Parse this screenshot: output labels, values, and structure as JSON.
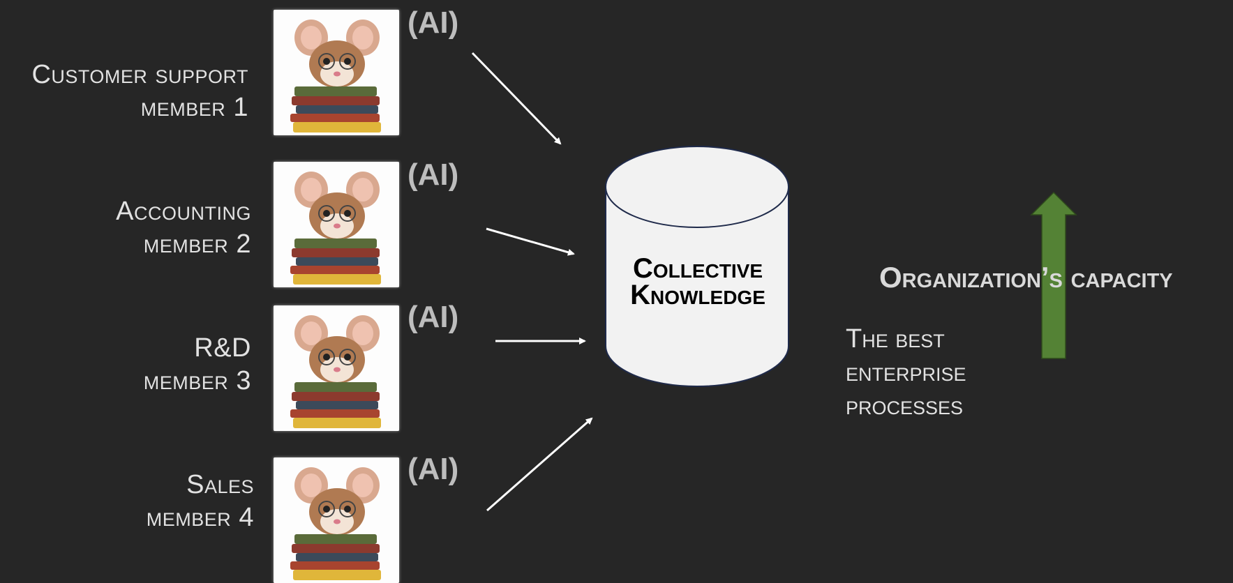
{
  "members": [
    {
      "dept": "Customer support",
      "member": "member 1",
      "ai_tag": "(AI)"
    },
    {
      "dept": "Accounting",
      "member": "member 2",
      "ai_tag": "(AI)"
    },
    {
      "dept": "R&D",
      "member": "member 3",
      "ai_tag": "(AI)"
    },
    {
      "dept": "Sales",
      "member": "member 4",
      "ai_tag": "(AI)"
    }
  ],
  "database": {
    "line1": "Collective",
    "line2": "Knowledge"
  },
  "best_processes": {
    "line1": "The best",
    "line2": "enterprise",
    "line3": "processes"
  },
  "capacity": {
    "label": "Organization’s capacity",
    "arrow_icon": "up-arrow-icon"
  },
  "colors": {
    "background": "#262626",
    "arrow": "#ffffff",
    "database_fill": "#f2f2f2",
    "database_stroke": "#1f2a4a",
    "growth_arrow": "#548235",
    "ai_tag": "#bdbdbd"
  }
}
